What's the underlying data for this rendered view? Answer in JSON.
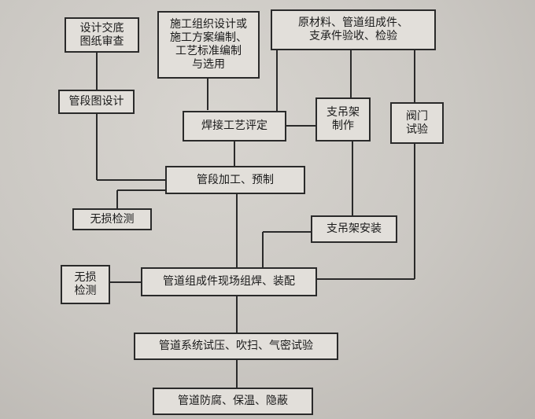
{
  "nodes": {
    "design_review": "设计交底\n图纸审查",
    "construction_plan": "施工组织设计或\n施工方案编制、\n工艺标准编制\n与选用",
    "material_inspection": "原材料、管道组成件、\n支承件验收、检验",
    "pipe_section_design": "管段图设计",
    "welding_qualification": "焊接工艺评定",
    "support_fabrication": "支吊架\n制作",
    "valve_test": "阀门\n试验",
    "pipe_prefabrication": "管段加工、预制",
    "ndt_1": "无损检测",
    "support_installation": "支吊架安装",
    "ndt_2": "无损\n检测",
    "field_welding_assembly": "管道组成件现场组焊、装配",
    "system_test": "管道系统试压、吹扫、气密试验",
    "final_protection": "管道防腐、保温、隐蔽"
  },
  "colors": {
    "line": "#2a2a2a",
    "box_fill": "#e2dfda"
  }
}
